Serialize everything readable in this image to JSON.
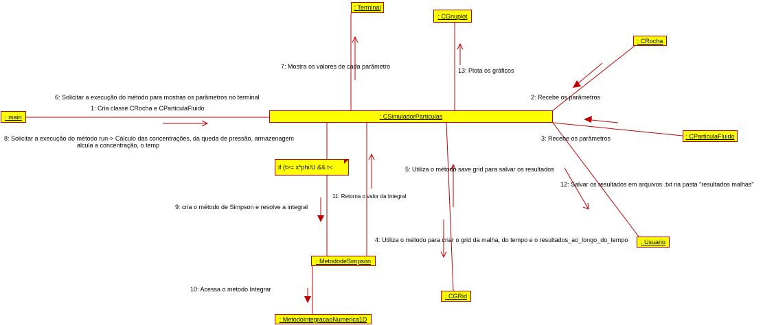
{
  "colors": {
    "line": "#c00000",
    "object_fill": "#ffff00",
    "text": "#000000",
    "background": "#ffffff"
  },
  "objects": {
    "terminal": ": Terminal",
    "cgnuplot": ": CGnuplot",
    "crocha": ": CRocha",
    "main": ": main",
    "csimulador": ": CSimuladorParticulas",
    "cparticula": ": CParticulaFluido",
    "usuario": ": Usuario",
    "metododesimpson": ": MetododeSimpson",
    "cgrid": ": CGRid",
    "metodointegracao": ": MetodoIntegracaoNumerica1D"
  },
  "note": {
    "text": "if (t>= x*phi/U  && t<"
  },
  "messages": {
    "m1": "1: Cria classe CRocha e CParticulaFluido",
    "m2": "2: Recebe os parâmetros",
    "m3": "3: Recebe os parâmetros",
    "m4": "4: Utiliza o método para criar o grid da malha, do tempo e o resultados_ao_longo_do_tempo",
    "m5": "5: Utiliza o método save grid para salvar os resultados",
    "m6": "6: Solicitar a execução do método para mostras os parâmetros no terminal",
    "m7": "7: Mostra os valores de cada parâmetro",
    "m8_line1": "8: Solicitar a execução do método run-> Cálculo das concentrações, da queda de pressão, armazenagem",
    "m8_line2": "alcula a concentração, o temp",
    "m9": "9: cria o método de Simpson e resolve a integral",
    "m10": "10: Acessa o metodo Integrar",
    "m11": "11: Retorna o valor da Integral",
    "m12": "12: Salvar os resultados em arquivos .txt na pasta \"resultados malhas\"",
    "m13": "13: Plota os gráficos"
  }
}
